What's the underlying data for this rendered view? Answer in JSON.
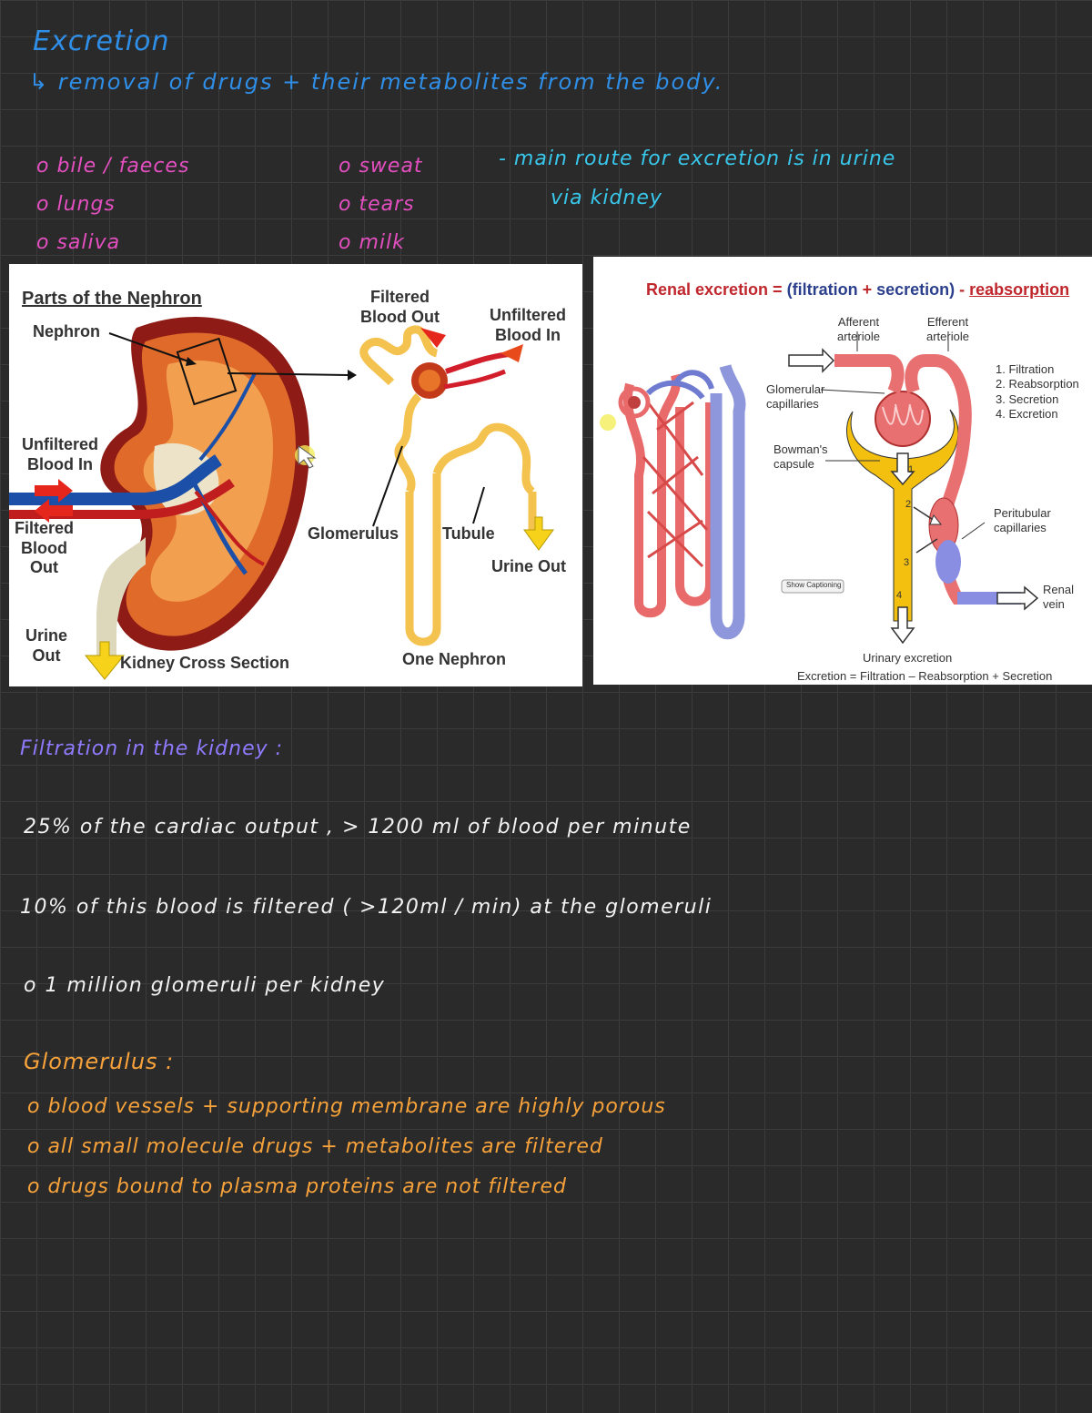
{
  "header": {
    "title": "Excretion",
    "definition": "↳ removal of drugs + their metabolites from the body."
  },
  "routes": {
    "col1": [
      "o bile / faeces",
      "o lungs",
      "o saliva"
    ],
    "col2": [
      "o sweat",
      "o tears",
      "o milk"
    ],
    "note_line1": "- main route for excretion is in urine",
    "note_line2": "via kidney"
  },
  "diagram_left": {
    "title": "Parts of the Nephron",
    "nephron": "Nephron",
    "filtered_blood_out_top": "Filtered\nBlood Out",
    "unfiltered_blood_in_top": "Unfiltered\nBlood In",
    "unfiltered_blood_in_left": "Unfiltered\nBlood In",
    "filtered_blood_out_left": "Filtered\nBlood\nOut",
    "urine_out_left": "Urine\nOut",
    "kidney_cross_section": "Kidney Cross Section",
    "glomerulus": "Glomerulus",
    "tubule": "Tubule",
    "urine_out_right": "Urine Out",
    "one_nephron": "One Nephron"
  },
  "diagram_right": {
    "equation_prefix": "Renal excretion = ",
    "equation_filtration": "(filtration",
    "equation_plus": " + ",
    "equation_secretion": "secretion)",
    "equation_minus": " - ",
    "equation_reabsorption": "reabsorption",
    "afferent": "Afferent\narteriole",
    "efferent": "Efferent\narteriole",
    "glomerular_capillaries": "Glomerular\ncapillaries",
    "bowmans_capsule": "Bowman's\ncapsule",
    "peritubular": "Peritubular\ncapillaries",
    "renal_vein": "Renal\nvein",
    "steps": [
      "1. Filtration",
      "2. Reabsorption",
      "3. Secretion",
      "4. Excretion"
    ],
    "show_captioning": "Show Captioning",
    "urinary_excretion": "Urinary excretion",
    "bottom_equation": "Excretion = Filtration – Reabsorption + Secretion",
    "markers": [
      "1",
      "2",
      "3",
      "4"
    ]
  },
  "filtration": {
    "heading": "Filtration in the kidney :",
    "line1": "25% of the cardiac output , > 1200 ml of blood per minute",
    "line2": "10% of this blood is filtered ( >120ml / min) at the glomeruli",
    "line3": "o 1 million glomeruli per kidney"
  },
  "glomerulus": {
    "heading": "Glomerulus :",
    "points": [
      "o blood vessels + supporting membrane are highly porous",
      "o all small molecule drugs + metabolites are filtered",
      "o drugs bound to plasma proteins are not filtered"
    ]
  },
  "colors": {
    "background": "#2a2a2a",
    "blue_ink": "#2f8fe8",
    "pink_ink": "#e44fc0",
    "cyan_ink": "#38c7ea",
    "violet_ink": "#8e7bff",
    "orange_ink": "#f7a23a",
    "equation_red": "#c0272d",
    "equation_navy": "#2b3f8c"
  }
}
